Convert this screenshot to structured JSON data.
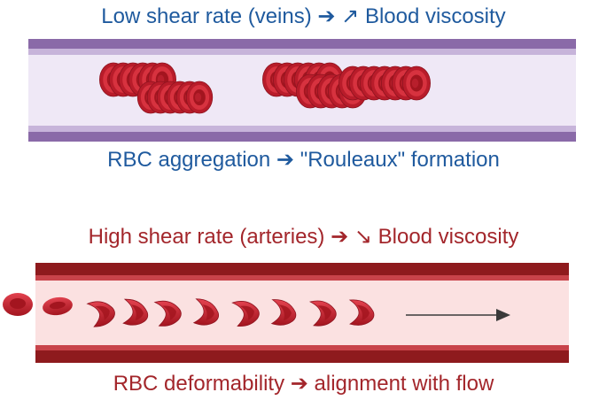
{
  "top_panel": {
    "title": "Low shear rate (veins) ➔ ↗ Blood viscosity",
    "subtitle": "RBC aggregation ➔ \"Rouleaux\" formation",
    "title_color": "#1f5a9e",
    "vessel_wall_color": "#8a6aa8",
    "vessel_lumen_color": "#efe8f6"
  },
  "bottom_panel": {
    "title": "High shear rate (arteries) ➔ ↘ Blood viscosity",
    "subtitle": "RBC deformability ➔ alignment with flow",
    "title_color": "#a3262b",
    "vessel_wall_color": "#8e1a1d",
    "vessel_lumen_color": "#fbe1e1",
    "flow_arrow_icon": "right-arrow-icon"
  },
  "rbc_color": "#c8202f"
}
